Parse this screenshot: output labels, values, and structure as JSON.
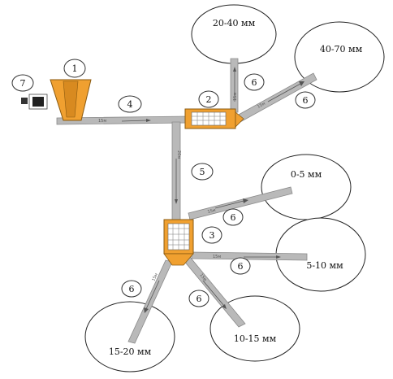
{
  "colors": {
    "equipment_orange": "#f0a030",
    "belt_gray": "#b9b9b9",
    "screen_grid": "#ffffff"
  },
  "callouts": {
    "c1": "1",
    "c2": "2",
    "c3": "3",
    "c4": "4",
    "c5": "5",
    "c6a": "6",
    "c6b": "6",
    "c6c": "6",
    "c6d": "6",
    "c6e": "6",
    "c6f": "6",
    "c7": "7"
  },
  "fractions": {
    "f1": "20-40 мм",
    "f2": "40-70 мм",
    "f3": "0-5 мм",
    "f4": "5-10 мм",
    "f5": "15-20 мм",
    "f6": "10-15 мм"
  },
  "belt_marks": {
    "m1": "15м",
    "m2": "15м",
    "m3": "15м",
    "m4": "20м",
    "m5": "15м",
    "m6": "15м",
    "m7": "15м",
    "m8": "15м"
  }
}
